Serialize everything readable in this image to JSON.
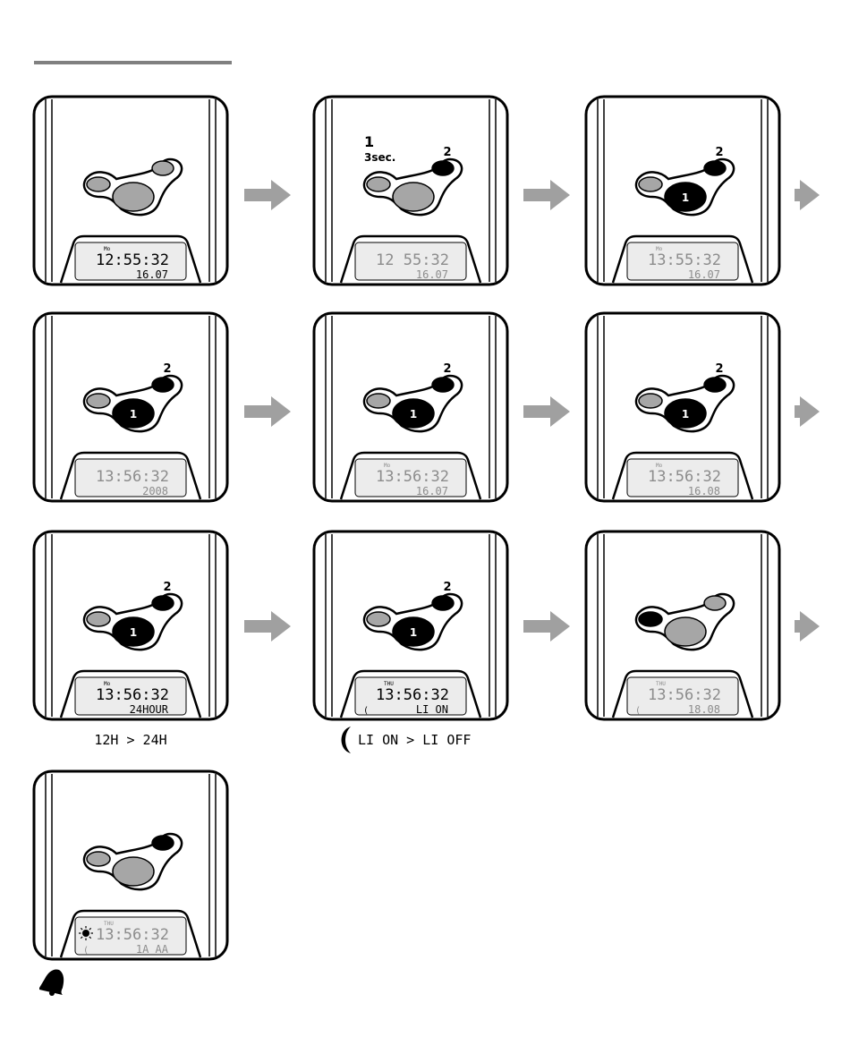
{
  "panels": [
    {
      "line1": "12:55:32",
      "line2": "16.07",
      "day": "Mo",
      "dim": false,
      "active_button": "",
      "top_active": false,
      "labels": {
        "one": "",
        "sec": "",
        "two": ""
      }
    },
    {
      "line1": "12 55:32",
      "line2": "16.07",
      "day": "",
      "dim": true,
      "active_button": "",
      "top_active": true,
      "labels": {
        "one": "1",
        "sec": "3sec.",
        "two": "2"
      }
    },
    {
      "line1": "13:55:32",
      "line2": "16.07",
      "day": "Mo",
      "dim": true,
      "active_button": "1",
      "top_active": true,
      "labels": {
        "one": "",
        "sec": "",
        "two": "2"
      }
    },
    {
      "line1": "13:56:32",
      "line2": "2008",
      "day": "",
      "dim": true,
      "active_button": "1",
      "top_active": true,
      "labels": {
        "one": "",
        "sec": "",
        "two": "2"
      }
    },
    {
      "line1": "13:56:32",
      "line2": "16.07",
      "day": "Mo",
      "dim": true,
      "active_button": "1",
      "top_active": true,
      "labels": {
        "one": "",
        "sec": "",
        "two": "2"
      }
    },
    {
      "line1": "13:56:32",
      "line2": "16.08",
      "day": "Mo",
      "dim": true,
      "active_button": "1",
      "top_active": true,
      "labels": {
        "one": "",
        "sec": "",
        "two": "2"
      }
    },
    {
      "line1": "13:56:32",
      "line2": "24HOUR",
      "day": "Mo",
      "dim": false,
      "active_button": "1",
      "top_active": true,
      "labels": {
        "one": "",
        "sec": "",
        "two": "2"
      }
    },
    {
      "line1": "13:56:32",
      "line2": "LI  ON",
      "day": "THU",
      "dim": false,
      "active_button": "1",
      "top_active": true,
      "labels": {
        "one": "",
        "sec": "",
        "two": "2"
      },
      "moon": "("
    },
    {
      "line1": "13:56:32",
      "line2": "18.08",
      "day": "THU",
      "dim": true,
      "active_button": "",
      "top_active": false,
      "left_active": true,
      "labels": {
        "one": "",
        "sec": "",
        "two": ""
      },
      "moon": "("
    },
    {
      "line1": "13:56:32",
      "line2": "1A  AA",
      "day": "THU",
      "dim": true,
      "active_button": "",
      "top_active": true,
      "labels": {
        "one": "",
        "sec": "",
        "two": ""
      },
      "moon": "(",
      "sun": true
    }
  ],
  "captions": {
    "hour_format": "12H > 24H",
    "light": "LI ON > LI OFF"
  },
  "colors": {
    "line": "#000000",
    "button_grey": "#a6a6a6",
    "arrow": "#a0a0a0",
    "lcd_bg": "#ececec",
    "divider": "#808080"
  }
}
